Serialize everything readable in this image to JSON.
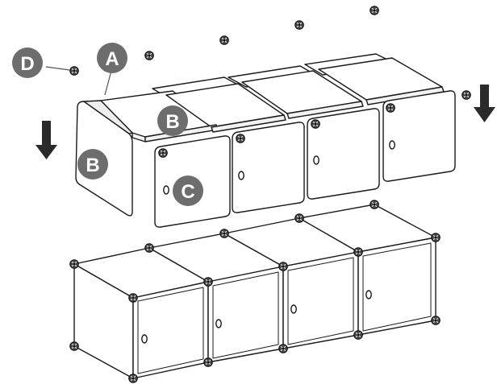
{
  "diagram": {
    "callouts": [
      {
        "id": "A",
        "label": "A"
      },
      {
        "id": "B1",
        "label": "B"
      },
      {
        "id": "B2",
        "label": "B"
      },
      {
        "id": "C",
        "label": "C"
      },
      {
        "id": "D",
        "label": "D"
      }
    ],
    "colors": {
      "line": "#1a1a1a",
      "callout_fill": "#6d6d6d",
      "arrow": "#2a2a2a",
      "connector": "#555555",
      "background": "#ffffff"
    },
    "icons": [
      "down-arrow-icon",
      "connector-icon"
    ]
  }
}
